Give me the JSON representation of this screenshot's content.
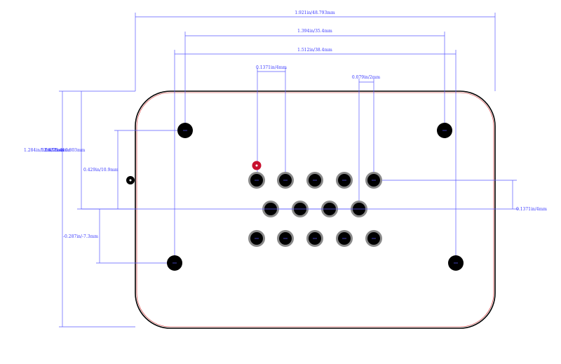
{
  "drawing": {
    "colors": {
      "dimension": "#4040ff",
      "outline_outer": "#000000",
      "outline_inner": "#cc2222",
      "pad_ring": "#8a8a8a",
      "pad_center": "#000000",
      "pin1_marker": "#c8102e",
      "mounting_hole": "#000000"
    },
    "dimensions": {
      "overall_width": "1.921in/48.793mm",
      "mount_hole_width": "1.394in/35.4mm",
      "mount_hole_width_2": "1.512in/38.4mm",
      "pin_pitch": "0.1371in/4mm",
      "row_offset": "0.079in/2mm",
      "overall_height": "1.284in/32.612mm",
      "overall_height_overlap": "1.0in/25.4mm",
      "half_height": "0.661in/16.803mm",
      "upper_hole_offset": "0.429in/10.9mm",
      "lower_hole_offset": "-0.287in/-7.3mm",
      "row_pitch_right": "0.1371in/4mm"
    },
    "pads": {
      "top_row_count": 5,
      "middle_row_count": 4,
      "bottom_row_count": 5
    },
    "icons": {
      "pin1": "pin1-marker-icon",
      "origin": "origin-marker-icon",
      "hole": "mounting-hole-icon"
    }
  }
}
